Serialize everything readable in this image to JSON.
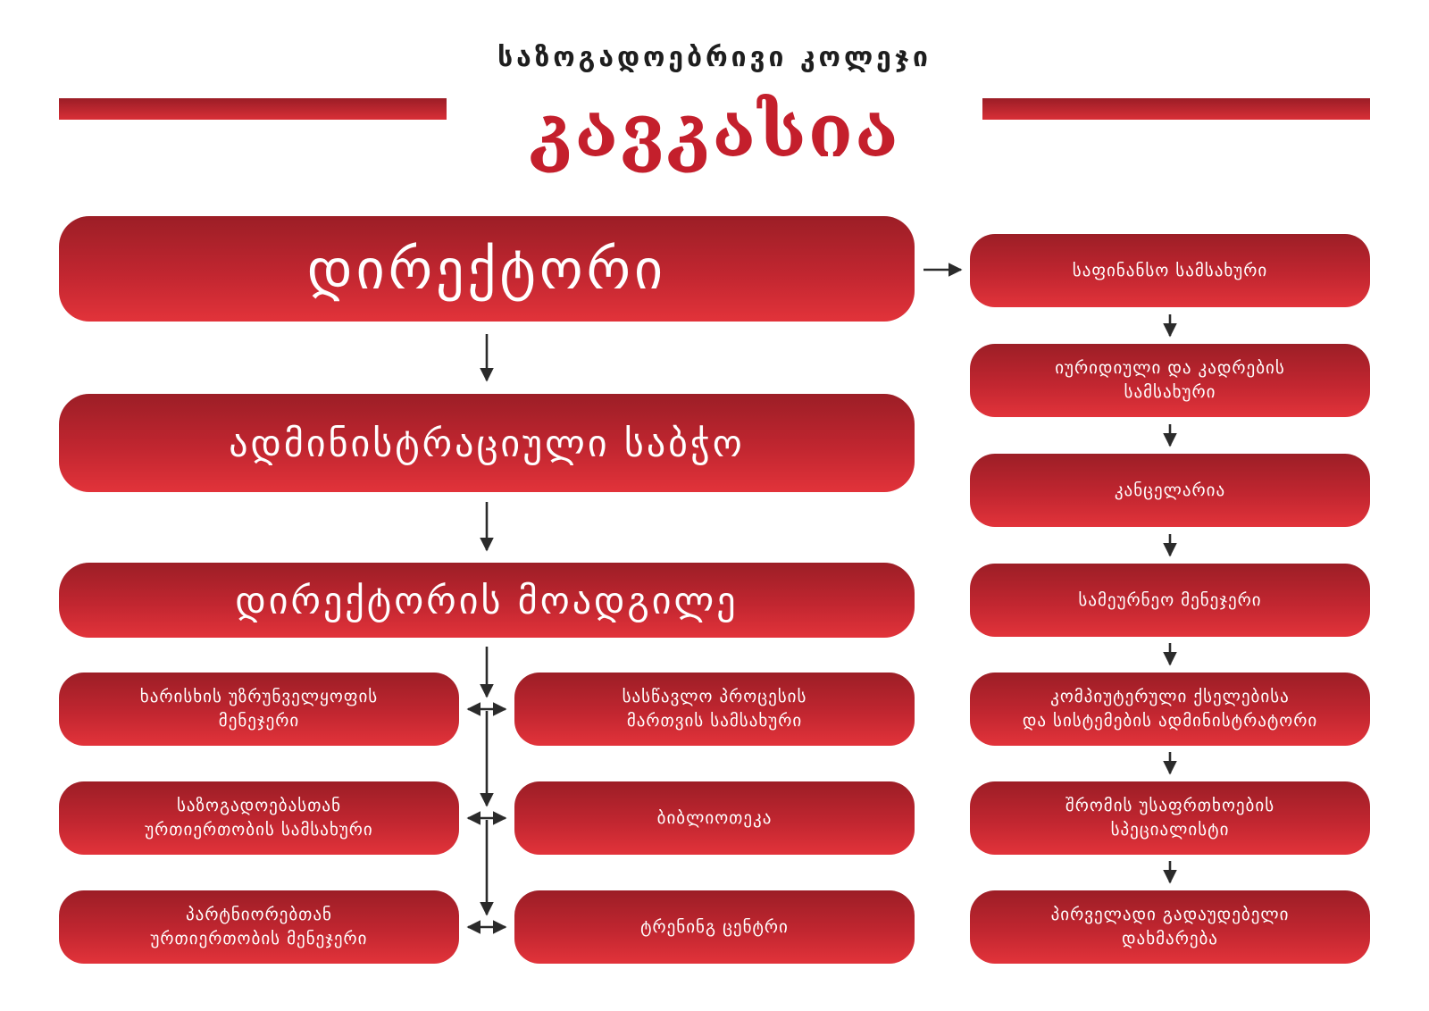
{
  "header": {
    "subtitle": "საზოგადოებრივი კოლეჯი",
    "title": "კავკასია"
  },
  "main_column": {
    "director": "დირექტორი",
    "admin_council": "ადმინისტრაციული საბჭო",
    "deputy_director": "დირექტორის მოადგილე"
  },
  "left_branch": [
    "ხარისხის უზრუნველყოფის\nმენეჯერი",
    "საზოგადოებასთან\nურთიერთობის სამსახური",
    "პარტნიორებთან\nურთიერთობის მენეჯერი"
  ],
  "center_branch": [
    "სასწავლო პროცესის\nმართვის სამსახური",
    "ბიბლიოთეკა",
    "ტრენინგ ცენტრი"
  ],
  "right_column": [
    "საფინანსო სამსახური",
    "იურიდიული და კადრების\nსამსახური",
    "კანცელარია",
    "სამეურნეო მენეჯერი",
    "კომპიუტერული ქსელებისა\nდა სისტემების ადმინისტრატორი",
    "შრომის უსაფრთხოების\nსპეციალისტი",
    "პირველადი გადაუდებელი\nდახმარება"
  ],
  "colors": {
    "box_dark": "#9c1e26",
    "box_light": "#e2333a",
    "arrow": "#2b2b2b",
    "text": "#ffffff"
  }
}
